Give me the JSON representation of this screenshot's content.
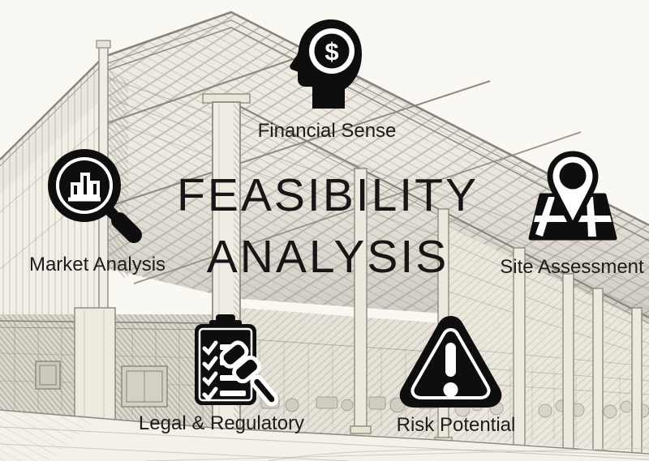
{
  "title": {
    "line1": "FEASIBILITY",
    "line2": "ANALYSIS"
  },
  "items": [
    {
      "label": "Financial Sense",
      "icon": "head-dollar-icon"
    },
    {
      "label": "Market Analysis",
      "icon": "magnifier-bar-chart-icon"
    },
    {
      "label": "Site Assessment",
      "icon": "map-location-pin-icon"
    },
    {
      "label": "Legal & Regulatory",
      "icon": "clipboard-checklist-gavel-icon"
    },
    {
      "label": "Risk Potential",
      "icon": "warning-triangle-icon"
    }
  ],
  "symbols": {
    "dollar": "$"
  },
  "colors": {
    "ink": "#0e0e0e",
    "paper": "#faf8f2",
    "pencil": "#a39e93"
  }
}
